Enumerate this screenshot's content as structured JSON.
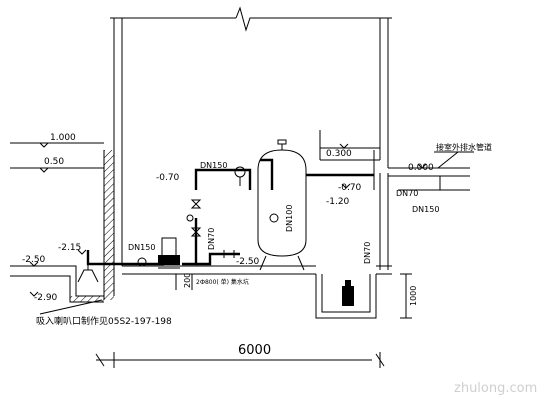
{
  "labels": {
    "el_1000": "1.000",
    "el_050": "0.50",
    "el_070": "-0.70",
    "el_215": "-2.15",
    "el_250_left": "-2.50",
    "el_290": "-2.90",
    "el_250_mid": "-2.50",
    "el_0300": "0.300",
    "el_0000": "0.000",
    "el_070_right": "-0.70",
    "el_120": "-1.20",
    "dn150_top": "DN150",
    "dn150_left": "DN150",
    "dn150_right": "DN150",
    "dn70_vert": "DN70",
    "dn100_vert": "DN100",
    "dn70_right": "DN70",
    "dn70_pit": "DN70",
    "outdoor_drain": "接室外排水管道",
    "suction_note": "吸入喇叭口制作见05S2-197-198",
    "pit_note": "2Ф800( 单) 集水坑",
    "dim_200": "200",
    "dim_1000": "1000",
    "dim_6000": "6000",
    "watermark": "zhulong.com"
  }
}
